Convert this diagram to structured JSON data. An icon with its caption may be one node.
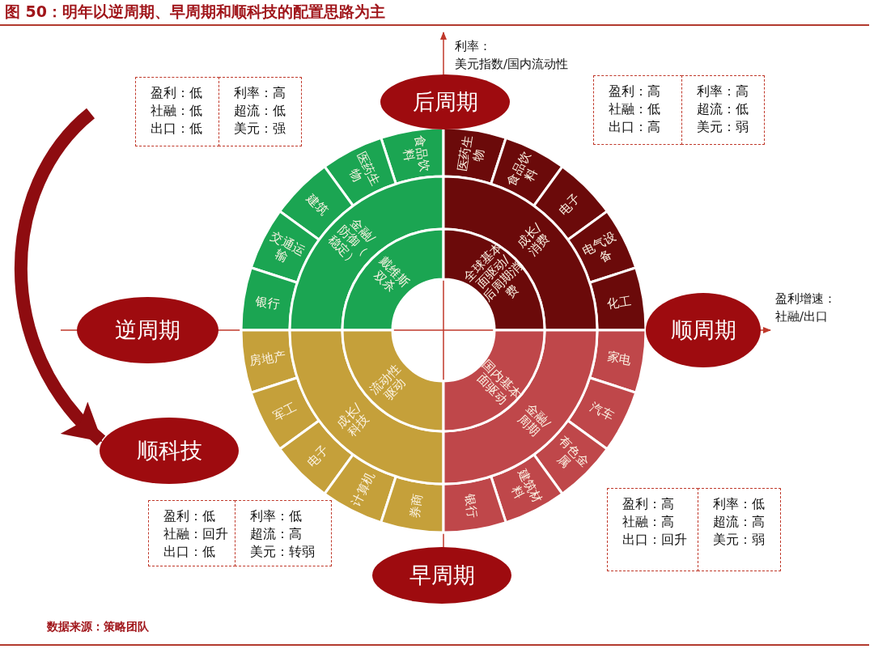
{
  "diagram": {
    "title": "图 50：明年以逆周期、早周期和顺科技的配置思路为主",
    "nodes": [
      {
        "text": [
          "后周期"
        ]
      },
      {
        "text": [
          "盈利：低",
          "社融：低",
          "出口：低"
        ]
      },
      {
        "text": [
          "利率：高",
          "超流：低",
          "美元：强"
        ]
      },
      {
        "text": [
          "盈利：高",
          "社融：低",
          "出口：高"
        ]
      },
      {
        "text": [
          "利率：高",
          "超流：低",
          "美元：弱"
        ]
      },
      {
        "text": [
          "食品饮料"
        ]
      },
      {
        "text": [
          "医药生物"
        ]
      },
      {
        "text": [
          "建筑"
        ]
      },
      {
        "text": [
          "交通运输"
        ]
      },
      {
        "text": [
          "银行"
        ]
      },
      {
        "text": [
          "金融/防御（稳定）"
        ]
      },
      {
        "text": [
          "戴维斯双杀"
        ]
      },
      {
        "text": [
          "医药生物"
        ]
      },
      {
        "text": [
          "食品饮料"
        ]
      },
      {
        "text": [
          "电子"
        ]
      },
      {
        "text": [
          "电气设备"
        ]
      },
      {
        "text": [
          "化工"
        ]
      },
      {
        "text": [
          "成长/消费"
        ]
      },
      {
        "text": [
          "全球基本面驱动/后周期消费"
        ]
      },
      {
        "text": [
          "逆周期"
        ]
      },
      {
        "text": [
          "顺周期"
        ]
      },
      {
        "text": [
          "房地产"
        ]
      },
      {
        "text": [
          "军工"
        ]
      },
      {
        "text": [
          "电子"
        ]
      },
      {
        "text": [
          "计算机"
        ]
      },
      {
        "text": [
          "券商"
        ]
      },
      {
        "text": [
          "成长/科技"
        ]
      },
      {
        "text": [
          "流动性驱动"
        ]
      },
      {
        "text": [
          "家电"
        ]
      },
      {
        "text": [
          "汽车"
        ]
      },
      {
        "text": [
          "有色金属"
        ]
      },
      {
        "text": [
          "建筑材料"
        ]
      },
      {
        "text": [
          "银行"
        ]
      },
      {
        "text": [
          "金融/周期"
        ]
      },
      {
        "text": [
          "国内基本面驱动"
        ]
      },
      {
        "text": [
          "顺科技"
        ]
      },
      {
        "text": [
          "盈利：低",
          "社融：回升",
          "出口：低"
        ]
      },
      {
        "text": [
          "利率：低",
          "超流：高",
          "美元：转弱"
        ]
      },
      {
        "text": [
          "盈利：高",
          "社融：高",
          "出口：回升"
        ]
      },
      {
        "text": [
          "利率：低",
          "超流：高",
          "美元：弱"
        ]
      },
      {
        "text": [
          "早周期"
        ]
      }
    ],
    "edges": [
      {
        "from": null,
        "to": 35,
        "arrow": "to"
      }
    ],
    "labels": [
      "利率：",
      "美元指数/国内流动性",
      "盈利增速：",
      "社融/出口",
      "数据来源：策略团队"
    ]
  }
}
